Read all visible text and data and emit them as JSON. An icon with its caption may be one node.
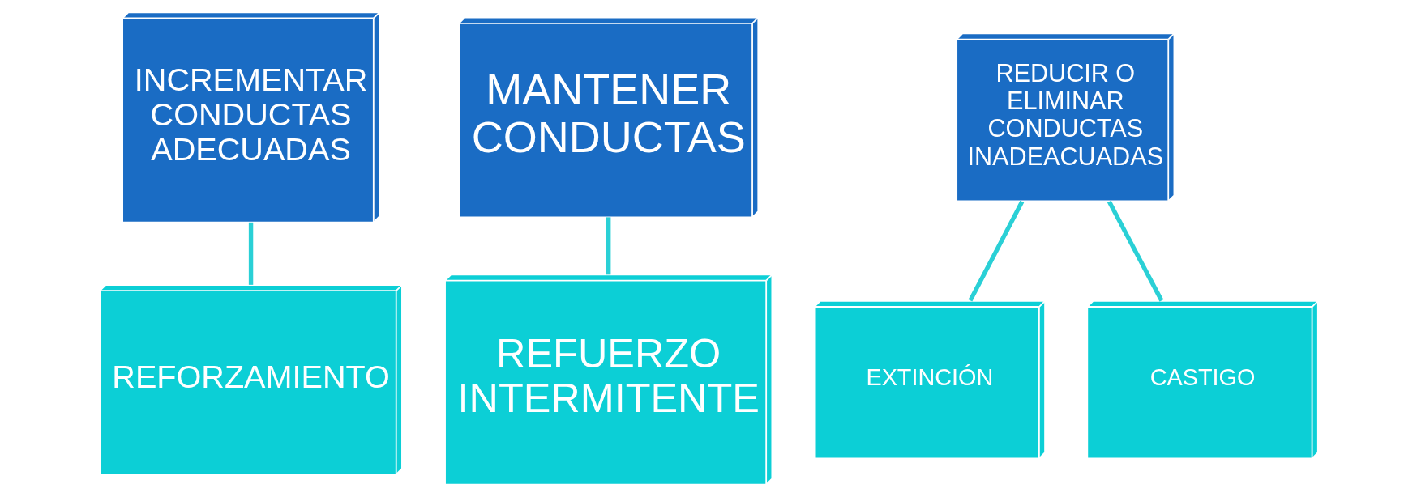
{
  "diagram": {
    "nodes": [
      {
        "text": [
          "INCREMENTAR CONDUCTAS ADECUADAS"
        ]
      },
      {
        "text": [
          "MANTENER CONDUCTAS"
        ]
      },
      {
        "text": [
          "REDUCIR O ELIMINAR CONDUCTAS INADEACUADAS"
        ]
      },
      {
        "text": [
          "REFORZAMIENTO"
        ]
      },
      {
        "text": [
          "REFUERZO INTERMITENTE"
        ]
      },
      {
        "text": [
          "EXTINCIÓN"
        ]
      },
      {
        "text": [
          "CASTIGO"
        ]
      }
    ],
    "edges": [
      {
        "from": 0,
        "to": 3,
        "arrow": "none"
      },
      {
        "from": 1,
        "to": 4,
        "arrow": "none"
      },
      {
        "from": 2,
        "to": 5,
        "arrow": "none"
      },
      {
        "from": 2,
        "to": 6,
        "arrow": "none"
      }
    ]
  }
}
